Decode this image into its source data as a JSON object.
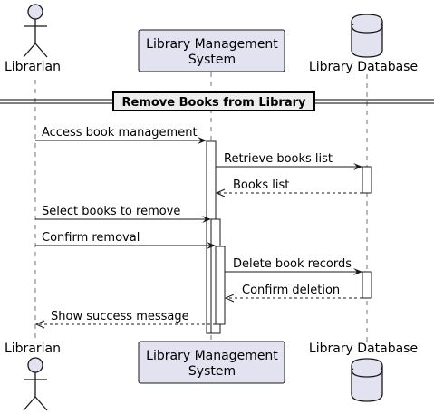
{
  "participants": {
    "librarian": {
      "label": "Librarian",
      "icon": "actor-icon"
    },
    "system": {
      "label_line1": "Library Management",
      "label_line2": "System"
    },
    "database": {
      "label": "Library Database",
      "icon": "database-icon"
    }
  },
  "divider": {
    "title": "Remove Books from Library"
  },
  "messages": [
    {
      "from": "librarian",
      "to": "system",
      "text": "Access book management",
      "style": "solid"
    },
    {
      "from": "system",
      "to": "database",
      "text": "Retrieve books list",
      "style": "solid"
    },
    {
      "from": "database",
      "to": "system",
      "text": "Books list",
      "style": "dashed"
    },
    {
      "from": "librarian",
      "to": "system",
      "text": "Select books to remove",
      "style": "solid"
    },
    {
      "from": "librarian",
      "to": "system",
      "text": "Confirm removal",
      "style": "solid"
    },
    {
      "from": "system",
      "to": "database",
      "text": "Delete book records",
      "style": "solid"
    },
    {
      "from": "database",
      "to": "system",
      "text": "Confirm deletion",
      "style": "dashed"
    },
    {
      "from": "system",
      "to": "librarian",
      "text": "Show success message",
      "style": "dashed"
    }
  ],
  "colors": {
    "participant_fill": "#e2e2f0",
    "line": "#181818",
    "divider_fill": "#eeeeee"
  }
}
